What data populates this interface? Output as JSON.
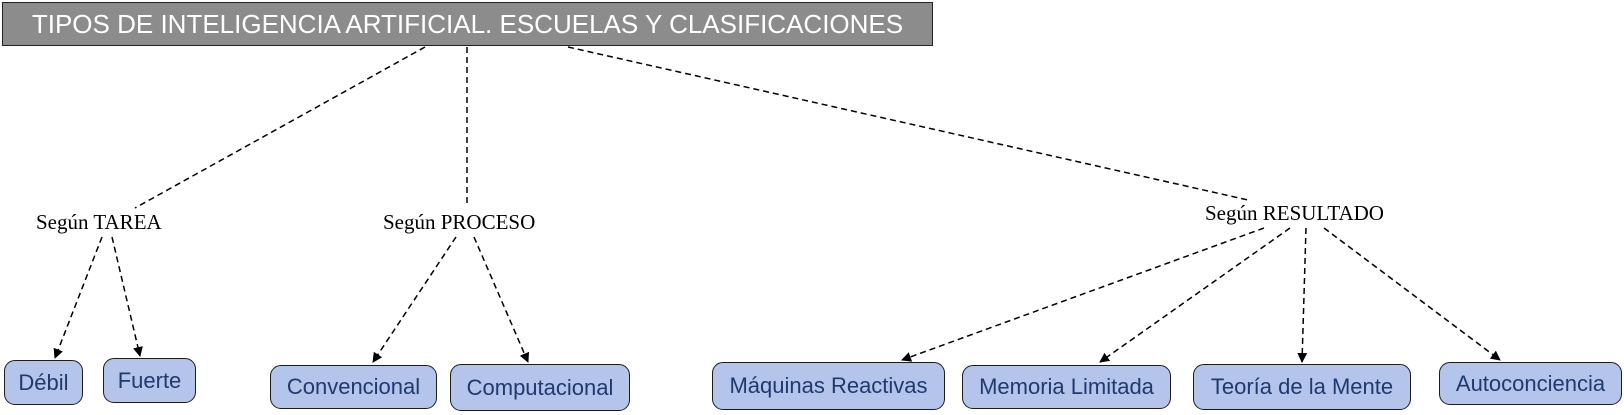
{
  "title": "TIPOS DE INTELIGENCIA ARTIFICIAL. ESCUELAS Y CLASIFICACIONES",
  "categories": {
    "tarea": "Según TAREA",
    "proceso": "Según PROCESO",
    "resultado": "Según RESULTADO"
  },
  "leaves": {
    "debil": "Débil",
    "fuerte": "Fuerte",
    "convencional": "Convencional",
    "computacional": "Computacional",
    "maquinas_reactivas": "Máquinas Reactivas",
    "memoria_limitada": "Memoria Limitada",
    "teoria_mente": "Teoría de la Mente",
    "autoconciencia": "Autoconciencia"
  },
  "colors": {
    "title_bg": "#8c8c8c",
    "leaf_bg": "#b4c4ea",
    "leaf_text": "#1f3a6e"
  }
}
